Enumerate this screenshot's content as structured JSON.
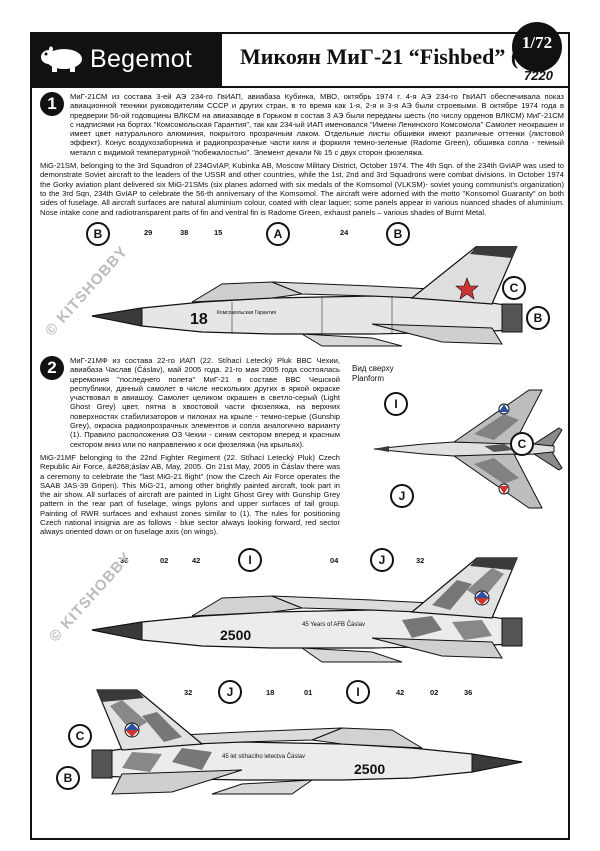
{
  "header": {
    "brand": "Begemot",
    "title": "Микоян МиГ-21 “Fishbed” (3)",
    "scale": "1/72",
    "kit_number": "7220"
  },
  "section1": {
    "badge": "1",
    "text_ru": "МиГ-21СМ из состава 3-ей АЭ 234-го ГвИАП, авиабаза Кубинка, МВО, октябрь 1974 г. 4-я АЭ 234-го ГвИАП обеспечивала показ авиационной техники руководителям СССР и других стран, в то время как 1-я, 2-я и 3-я АЭ были строевыми. В октябре 1974 года в предверии 56-ой годовщины ВЛКСМ на авиазаводе в Горьком в состав 3 АЭ были переданы шесть (по числу орденов ВЛКСМ) МиГ-21СМ с надписями на бортах \"Комсомольская Гарантия\", так как 234-ый ИАП именовался \"Имени Ленинского Комсомола\" Самолет неокрашен и имеет цвет натурального алюминия, покрытого прозрачным лаком. Отдельные листы обшивки имеют различные оттенки (листовой эффект). Конус воздухозаборника и радиопрозрачные части киля и форкиля темно-зеленые (Radome Green), обшивка сопла - темный металл с видимой температурной \"побежалостью\". Элемент декали № 15 с двух сторон фюзеляжа.",
    "text_en": "MiG-21SM, belonging to the 3rd Squadron of 234GvIAP, Kubinka AB, Moscow Military District, October 1974. The 4th Sqn. of the 234th GvIAP was used to demonstrate Soviet aircraft to the leaders of the USSR and other countries, while the 1st, 2nd and 3rd Squadrons were combat divisions. In October 1974 the Gorky aviation plant delivered six MiG-21SMs (six planes adorned with six medals of the Komsomol (VLKSM)- soviet young communist’s organization) to the 3rd Sqn, 234th GvIAP to celebrate the 56-th anniversary of the Komsomol. The aircraft were adorned with the motto \"Konsomol Guaranty\" on both sides of fuselage. All aircraft surfaces are natural aluminium colour, coated with clear laquer; some panels appear in various nuanced shades of aluminium. Nose intake cone and radiotransparent parts of fin and ventral fin is Radome Green, exhaust panels – various shades of Burnt Metal."
  },
  "plane1": {
    "callouts": [
      "B",
      "29",
      "38",
      "15",
      "A",
      "24",
      "B",
      "C",
      "B"
    ],
    "side_number": "18",
    "motto": "Комсомольская Гарантия"
  },
  "section2": {
    "badge": "2",
    "text_ru": "МиГ-21МФ из состава 22-го ИАП (22. Stíhací Letecký Pluk ВВС Чехии, авиабаза Часлав (Čáslav), май 2005 года. 21-го мая 2005 года состоялась церемония \"последнего полета\" МиГ-21 в составе ВВС Чешской республики, данный самолет в числе нескольких других в яркой окраске участвовал в авиашоу. Самолет целиком окрашен в светло-серый (Light Ghost Grey) цвет, пятна в хвостовой части фюзеляжа, на верхних поверхностях стабилизаторов и пилонах на крыле - темно-серые (Gunship Grey), окраска радиопрозрачных элементов и сопла аналогично варианту (1). Правило расположения ОЗ Чехии - синим сектором вперед и красным сектором вниз или по направлению к оси фюзеляжа (на крыльях).",
    "text_en": "MiG-21MF belonging to the 22nd Fighter Regiment (22. Stíhací Letecký Pluk) Czech Republic Air Force, &#268;áslav AB, May, 2005. On 21st May, 2005 in Čáslav there was a ceremony to celebrate the \"last MiG-21 flight\" (now the Czech Air Force operates the SAAB JAS-39 Gripen). This MiG-21, among other brightly painted aircraft, took part in the air show. All surfaces of aircraft are painted in Light Ghost Grey with Gunship Grey pattern in the rear part of fuselage, wings pylons and upper surfaces of tail group. Painting of RWR surfaces and exhaust zones similar to (1). The rules for positioning Czech national insignia are as follows - blue sector always looking forward, red sector always oriented down or on fuselage axis (on wings).",
    "planform_ru": "Вид сверху",
    "planform_en": "Planform",
    "planform_callouts": [
      "I",
      "C",
      "J"
    ]
  },
  "plane2": {
    "callouts": [
      "36",
      "02",
      "42",
      "I",
      "04",
      "J",
      "32"
    ],
    "side_number": "2500",
    "motto": "45 Years of AFB Čáslav"
  },
  "plane3": {
    "callouts": [
      "32",
      "J",
      "18",
      "01",
      "I",
      "42",
      "02",
      "36",
      "C",
      "B"
    ],
    "side_number": "2500",
    "motto": "45 let stíhacího letectva Čáslav"
  },
  "watermark": "© KITSHOBBY"
}
